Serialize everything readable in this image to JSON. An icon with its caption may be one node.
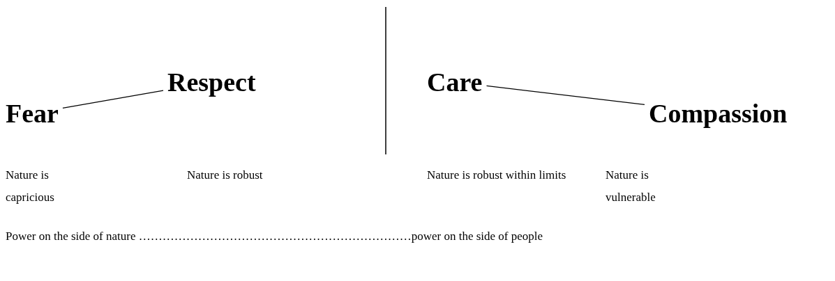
{
  "diagram": {
    "nodes": [
      {
        "text": [
          "Respect"
        ]
      },
      {
        "text": [
          "Care"
        ]
      },
      {
        "text": [
          "Fear"
        ]
      },
      {
        "text": [
          "Compassion"
        ]
      }
    ],
    "edges": [
      {
        "from": 2,
        "to": 0,
        "arrow": "none"
      },
      {
        "from": 1,
        "to": 3,
        "arrow": "none"
      }
    ],
    "labels": [
      "Nature is capricious",
      "Nature is robust",
      "Nature is robust within limits",
      "Nature is vulnerable",
      "Power on the side of nature ……………………………………………………………power on the side of people"
    ]
  }
}
